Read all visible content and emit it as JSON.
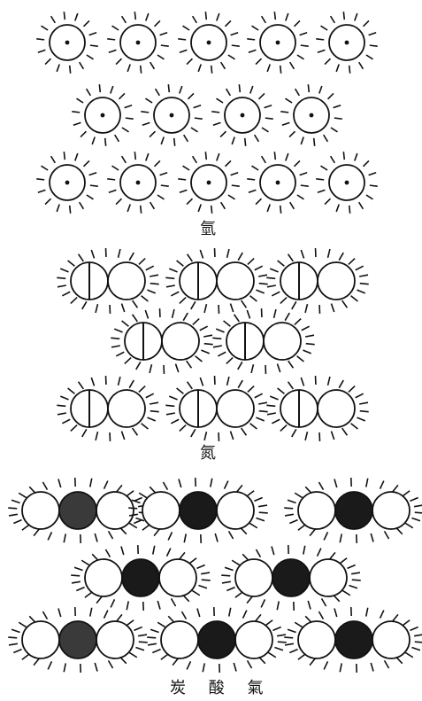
{
  "groups": [
    {
      "label": "氫",
      "molecule": "single-atom-with-dot",
      "count": 14
    },
    {
      "label": "氮",
      "molecule": "split-atom-pair",
      "count": 8
    },
    {
      "label": "炭 酸 氣",
      "molecule": "light-dark-light-triple",
      "count": 8
    }
  ],
  "colors": {
    "ink": "#111111",
    "paper": "#ffffff",
    "dark_atom": "#1a1a1a",
    "grey_atom": "#3a3a3a"
  }
}
